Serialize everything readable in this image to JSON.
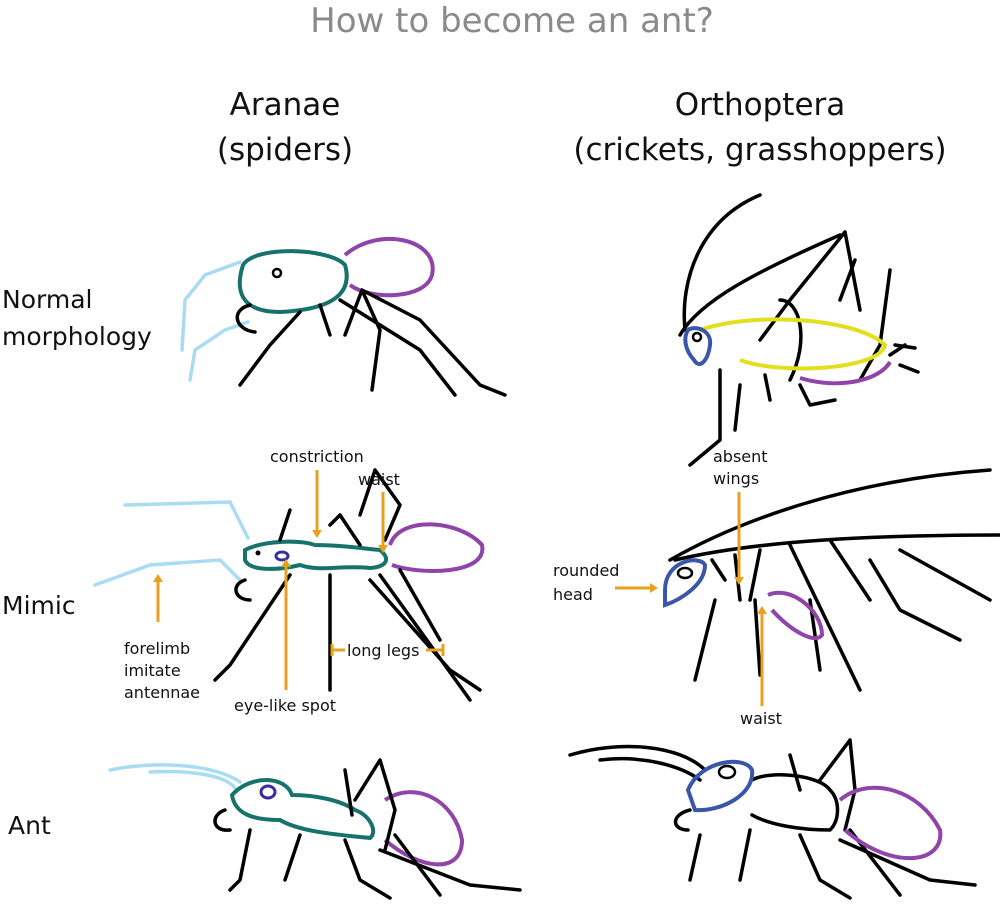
{
  "title": "How to become an ant?",
  "columns": [
    {
      "line1": "Aranae",
      "line2": "(spiders)"
    },
    {
      "line1": "Orthoptera",
      "line2": "(crickets, grasshoppers)"
    }
  ],
  "rows": {
    "normal": {
      "line1": "Normal",
      "line2": "morphology"
    },
    "mimic": "Mimic",
    "ant": "Ant"
  },
  "annotations": {
    "constriction": "constriction",
    "spider_waist": "waist",
    "forelimb": [
      "forelimb",
      "imitate",
      "antennae"
    ],
    "eye_spot": "eye-like spot",
    "long_legs": "long legs",
    "absent_wings": [
      "absent",
      "wings"
    ],
    "rounded_head": [
      "rounded",
      "head"
    ],
    "cricket_waist": "waist"
  },
  "colors": {
    "head_thorax_spider": "#17726c",
    "abdomen": "#8e44a8",
    "forelimb": "#a9dcf2",
    "head_cricket": "#3a56a8",
    "wings": "#e2df1e",
    "arrows": "#e8a021",
    "title": "#8a8a8a"
  }
}
